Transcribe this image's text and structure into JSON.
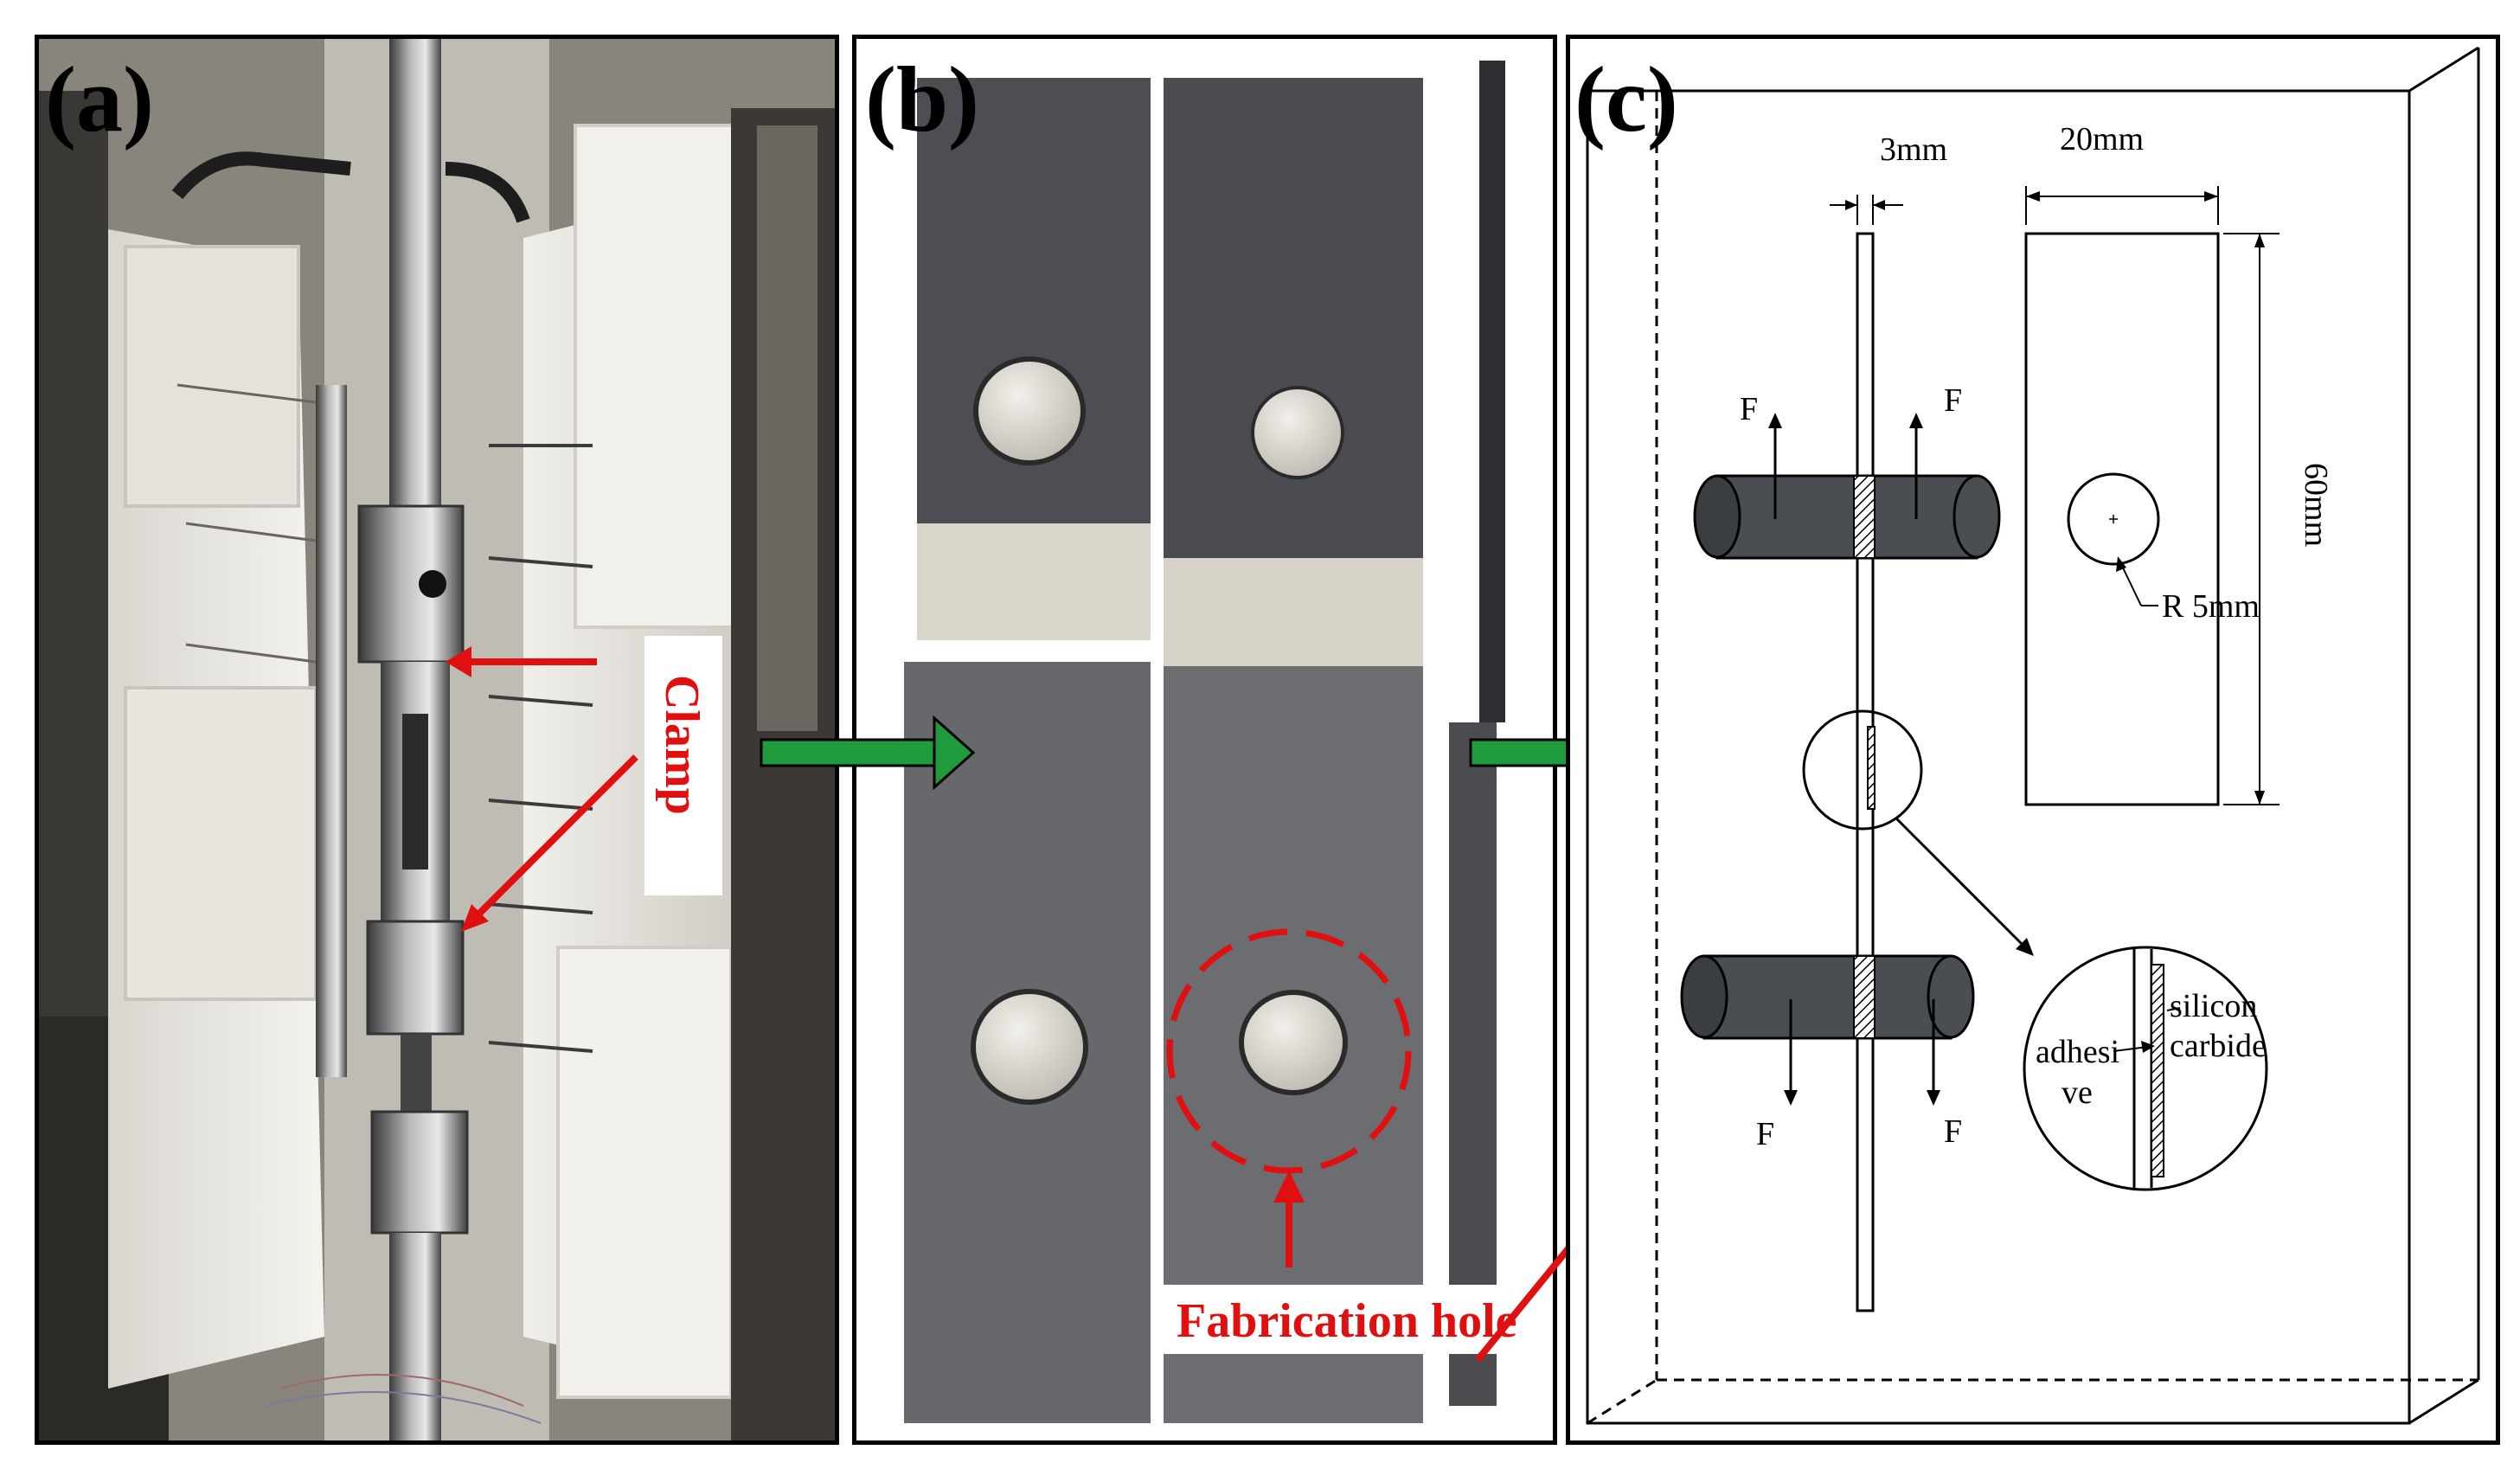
{
  "panels": {
    "a": {
      "label": "(a)",
      "annotation": "Clamp"
    },
    "b": {
      "label": "(b)",
      "annotation": "Fabrication hole"
    },
    "c": {
      "label": "(c)",
      "dims": {
        "thickness": "3mm",
        "width": "20mm",
        "height": "60mm",
        "radius": "R 5mm"
      },
      "forces": [
        "F",
        "F",
        "F",
        "F"
      ],
      "materials": {
        "adhesive_line1": "adhesi",
        "adhesive_line2": "ve",
        "silicon_line1": "silicon",
        "silicon_line2": "carbide"
      }
    }
  },
  "colors": {
    "arrow_red": "#e01010",
    "arrow_green": "#1f9a3c",
    "specimen_gray": "#4a4d52"
  }
}
